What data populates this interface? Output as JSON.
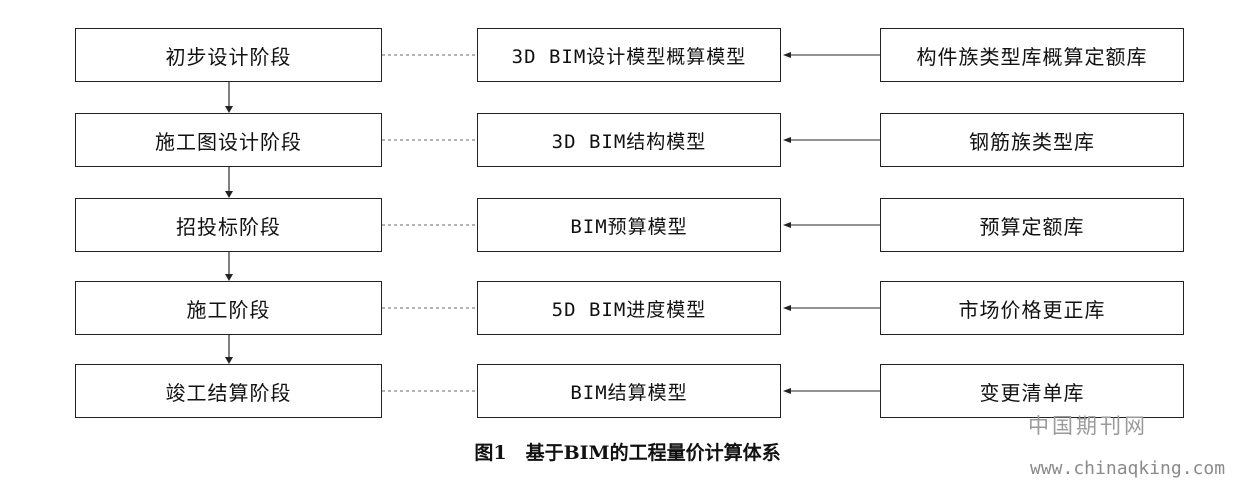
{
  "rows": [
    {
      "stage": "初步设计阶段",
      "model": "3D BIM设计模型概算模型",
      "library": "构件族类型库概算定额库"
    },
    {
      "stage": "施工图设计阶段",
      "model": "3D BIM结构模型",
      "library": "钢筋族类型库"
    },
    {
      "stage": "招投标阶段",
      "model": "BIM预算模型",
      "library": "预算定额库"
    },
    {
      "stage": "施工阶段",
      "model": "5D BIM进度模型",
      "library": "市场价格更正库"
    },
    {
      "stage": "竣工结算阶段",
      "model": "BIM结算模型",
      "library": "变更清单库"
    }
  ],
  "caption": "图1　基于BIM的工程量价计算体系",
  "watermark": {
    "site_cn": "中国期刊网",
    "url": "www.chinaqking.com"
  },
  "colors": {
    "line": "#555555",
    "dashed": "#888888"
  }
}
